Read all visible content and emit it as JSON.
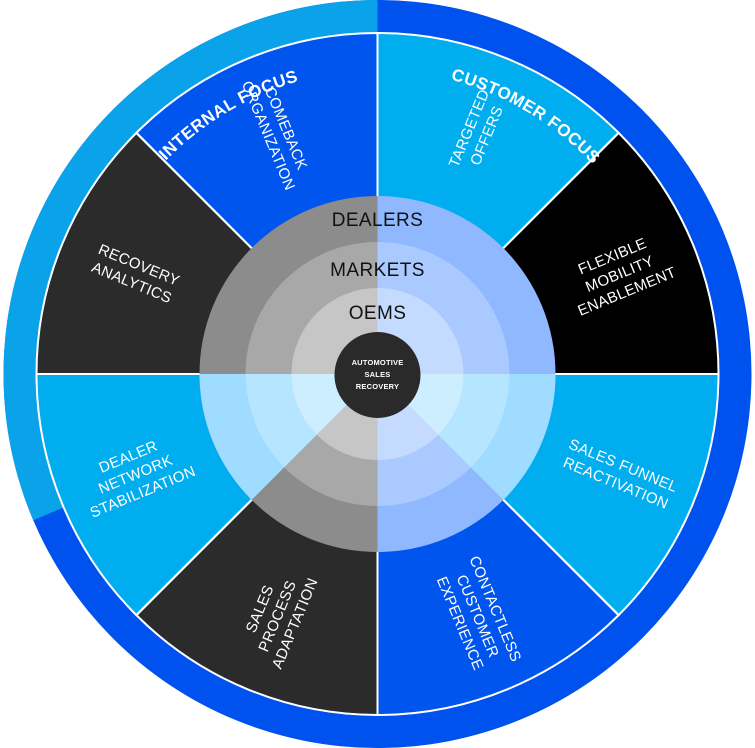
{
  "focus_arcs": {
    "internal": "INTERNAL FOCUS",
    "customer": "CUSTOMER FOCUS"
  },
  "segments": [
    {
      "lines": [
        "TARGETED",
        "OFFERS"
      ],
      "color": "#00aeef"
    },
    {
      "lines": [
        "FLEXIBLE",
        "MOBILITY",
        "ENABLEMENT"
      ],
      "color": "#000000"
    },
    {
      "lines": [
        "SALES FUNNEL",
        "REACTIVATION"
      ],
      "color": "#00aeef"
    },
    {
      "lines": [
        "CONTACTLESS",
        "CUSTOMER",
        "EXPERIENCE"
      ],
      "color": "#0055ee"
    },
    {
      "lines": [
        "SALES",
        "PROCESS",
        "ADAPTATION"
      ],
      "color": "#2b2b2b"
    },
    {
      "lines": [
        "DEALER",
        "NETWORK",
        "STABILIZATION"
      ],
      "color": "#00aeef"
    },
    {
      "lines": [
        "RECOVERY",
        "ANALYTICS"
      ],
      "color": "#2b2b2b"
    },
    {
      "lines": [
        "COMEBACK",
        "ORGANIZATION"
      ],
      "color": "#0055ee"
    }
  ],
  "rings": {
    "outer": "DEALERS",
    "middle": "MARKETS",
    "inner": "OEMS"
  },
  "core": {
    "line1": "AUTOMOTIVE",
    "line2": "SALES",
    "line3": "RECOVERY"
  },
  "colors": {
    "internal_focus": "#0aa3ea",
    "customer_focus": "#0052ee",
    "core": "#2a2a2a"
  }
}
